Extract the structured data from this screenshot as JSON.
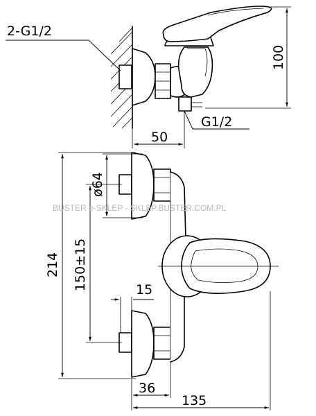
{
  "labels": {
    "thread_connections": "2-G1/2",
    "outlet_thread": "G1/2",
    "height_top": "100",
    "depth_50": "50",
    "diameter": "ø64",
    "total_height": "214",
    "spacing": "150±15",
    "offset_15": "15",
    "offset_36": "36",
    "width_135": "135"
  },
  "watermark": "BUSTER e-SKLEP - SKLEP.BUSTER.COM.PL"
}
